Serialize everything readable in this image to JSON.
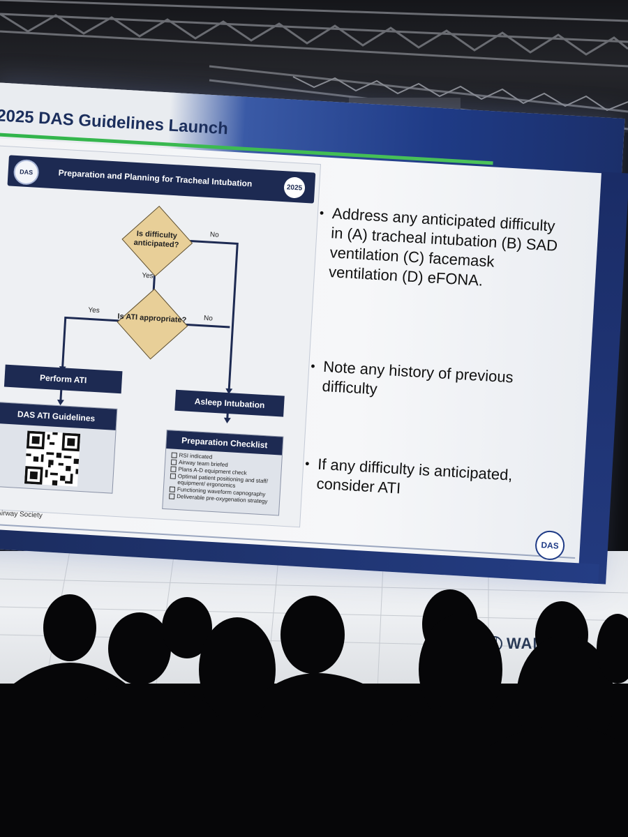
{
  "slide": {
    "title": "2025 DAS Guidelines Launch",
    "copyright": "Difficult Airway Society",
    "logo_text": "DAS"
  },
  "flowchart": {
    "header": "Preparation and Planning for Tracheal Intubation",
    "badge_left": "DAS",
    "badge_right": "2025",
    "q1": "Is difficulty anticipated?",
    "q2": "Is ATI appropriate?",
    "labels": {
      "no1": "No",
      "yes1": "Yes",
      "yes2": "Yes",
      "no2": "No"
    },
    "perform_ati": "Perform ATI",
    "asleep": "Asleep Intubation",
    "das_ati_guidelines": "DAS ATI Guidelines",
    "checklist_title": "Preparation Checklist",
    "checklist": [
      "RSI indicated",
      "Airway team briefed",
      "Plans A-D equipment check",
      "Optimal patient positioning and staff/ equipment/ ergonomics",
      "Functioning waveform capnography",
      "Deliverable pre-oxygenation strategy"
    ]
  },
  "bullets": [
    "Address any anticipated difficulty in (A) tracheal intubation (B) SAD ventilation (C) facemask ventilation (D) eFONA.",
    "Note any history of previous difficulty",
    "If any difficulty is anticipated, consider ATI"
  ],
  "venue": {
    "wall_logo": "WAM...S.C"
  }
}
